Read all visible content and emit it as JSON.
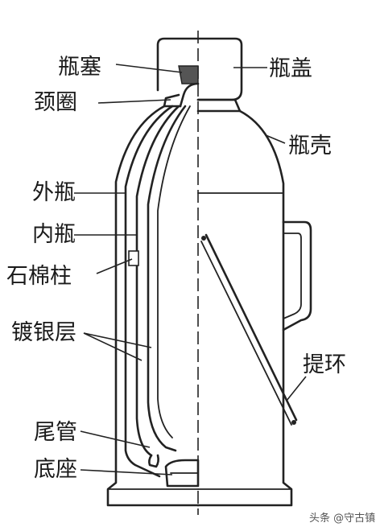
{
  "labels": {
    "stopper": "瓶塞",
    "collar": "颈圈",
    "outer_bottle": "外瓶",
    "inner_bottle": "内瓶",
    "asbestos_post": "石棉柱",
    "silver_layer": "镀银层",
    "tail_tube": "尾管",
    "base": "底座",
    "cap": "瓶盖",
    "shell": "瓶壳",
    "handle": "提环"
  },
  "watermark": "头条 @守古镇"
}
